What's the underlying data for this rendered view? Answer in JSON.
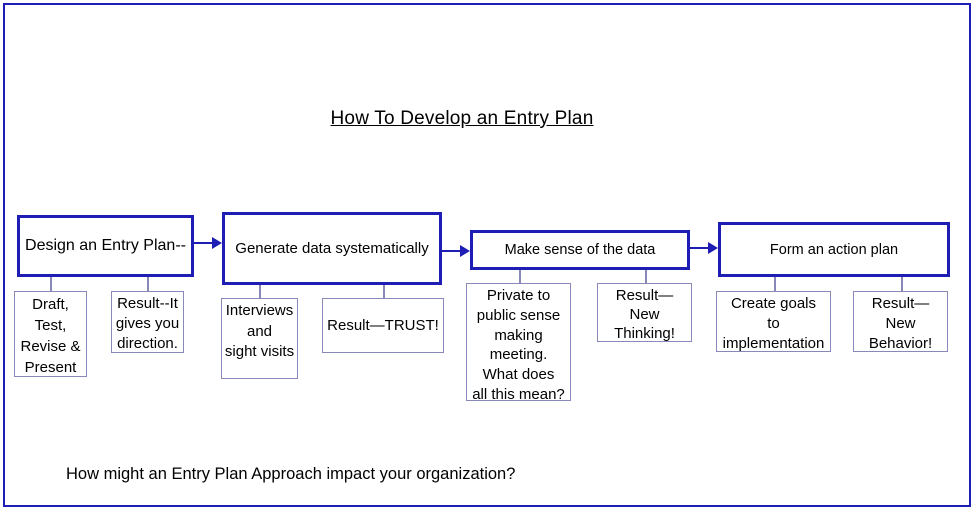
{
  "title": "How To Develop an Entry Plan",
  "question": "How might an Entry Plan Approach impact your organization?",
  "colors": {
    "accent_blue": "#1e1eb4",
    "thin_border_blue": "#8888bb",
    "text": "#000000",
    "background": "#ffffff"
  },
  "stages": [
    {
      "label": "Design an Entry Plan--",
      "step": "Draft,\nTest,\nRevise &\nPresent",
      "result": "Result--It\ngives you\ndirection."
    },
    {
      "label": "Generate data systematically",
      "step": "Interviews\nand\nsight visits",
      "result": "Result—TRUST!"
    },
    {
      "label": "Make sense of the data",
      "step": "Private to\npublic sense\nmaking\nmeeting.\nWhat does\nall this mean?",
      "result": "Result—\nNew\nThinking!"
    },
    {
      "label": "Form an action plan",
      "step": "Create goals\nto\nimplementation",
      "result": "Result—\nNew\nBehavior!"
    }
  ]
}
